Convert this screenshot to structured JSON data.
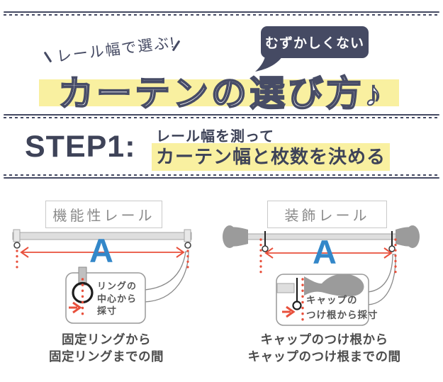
{
  "header": {
    "bubble": "むずかしくない",
    "tagline": "レール幅で選ぶ!",
    "title": "カーテンの選び方♪"
  },
  "step1": {
    "label": "STEP1:",
    "line1": "レール幅を測って",
    "line2": "カーテン幅と枚数を決める"
  },
  "left": {
    "label": "機能性レール",
    "measure_letter": "A",
    "callout": [
      "リングの",
      "中心から",
      "採寸"
    ],
    "caption": [
      "固定リングから",
      "固定リングまでの間"
    ]
  },
  "right": {
    "label": "装飾レール",
    "measure_letter": "A",
    "callout": [
      "キャップの",
      "つけ根から採寸"
    ],
    "caption": [
      "キャップのつけ根から",
      "キャップのつけ根までの間"
    ]
  },
  "colors": {
    "navy": "#454a63",
    "highlight_yellow": "#f9f0a0",
    "measure_red": "#e8503c",
    "measure_blue": "#3387c9",
    "rail_gray": "#dedede",
    "finial_gray": "#9b9b9b"
  }
}
